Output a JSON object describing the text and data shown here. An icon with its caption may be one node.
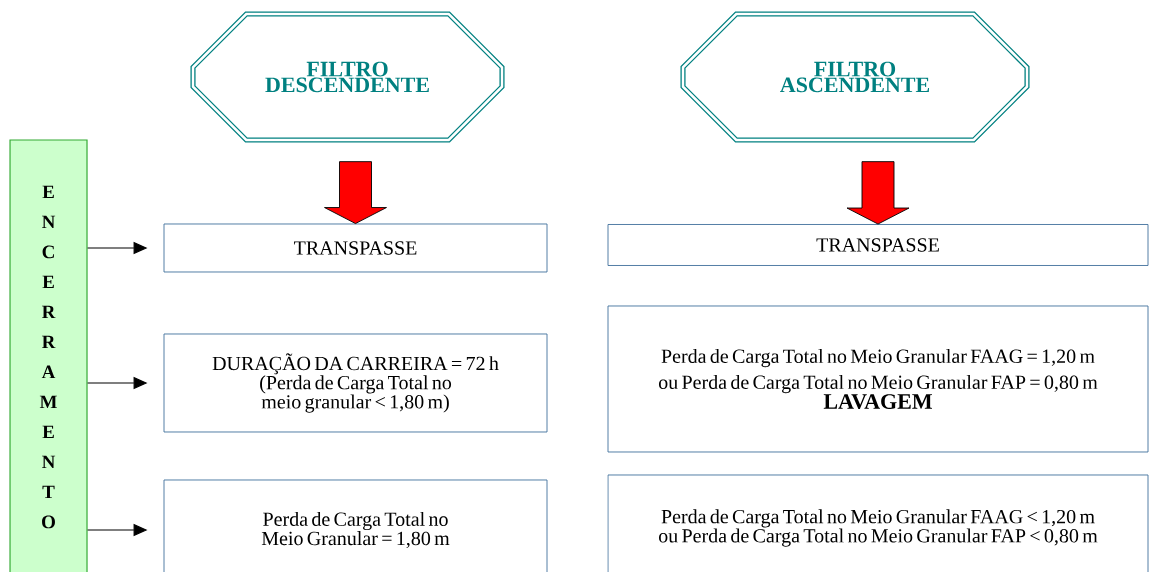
{
  "diagram": {
    "nodes": [
      {
        "text": [
          "FILTRO DESCENDENTE"
        ]
      },
      {
        "text": [
          "FILTRO ASCENDENTE"
        ]
      },
      {
        "text": [
          "ENCERRAMENTO"
        ]
      },
      {
        "text": [
          "TRANSPASSE"
        ]
      },
      {
        "text": [
          "DURAÇÃO DA CARREIRA = 72 h",
          "(Perda de Carga Total no meio granular < 1,80 m)"
        ]
      },
      {
        "text": [
          "Perda de Carga Total no Meio Granular = 1,80 m"
        ]
      },
      {
        "text": [
          "TRANSPASSE"
        ]
      },
      {
        "text": [
          "Perda de Carga Total no Meio Granular FAAG = 1,20 m ou Perda de Carga Total no Meio Granular FAP = 0,80 m",
          "LAVAGEM"
        ]
      },
      {
        "text": [
          "Perda de Carga Total no Meio Granular FAAG < 1,20 m ou Perda de Carga Total no Meio Granular FAP < 0,80 m"
        ]
      }
    ],
    "edges": [
      {
        "from": 0,
        "to": 3,
        "arrow": "to",
        "style": "thick",
        "color": "#ff0000"
      },
      {
        "from": 1,
        "to": 6,
        "arrow": "to",
        "style": "thick",
        "color": "#ff0000"
      },
      {
        "from": 2,
        "to": 3,
        "arrow": "to"
      },
      {
        "from": 2,
        "to": 4,
        "arrow": "to"
      },
      {
        "from": 2,
        "to": 5,
        "arrow": "to"
      }
    ]
  }
}
